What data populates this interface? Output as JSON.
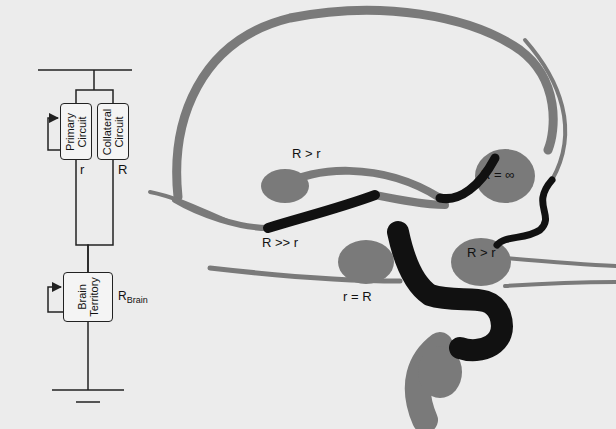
{
  "diagram": {
    "nodes": [
      {
        "text": [
          "Primary Circuit"
        ]
      },
      {
        "text": [
          "Collateral Circuit"
        ]
      },
      {
        "text": [
          "Brain Territory",
          "RBrain"
        ]
      }
    ],
    "edges": [
      {
        "from": 0,
        "to": 1,
        "arrow": "none"
      },
      {
        "from": 0,
        "to": 2,
        "arrow": "none"
      },
      {
        "from": 1,
        "to": 2,
        "arrow": "none"
      }
    ],
    "labels": [
      "r",
      "R",
      "R > r",
      "R = ∞",
      "R >> r",
      "R > r",
      "r = R"
    ]
  }
}
